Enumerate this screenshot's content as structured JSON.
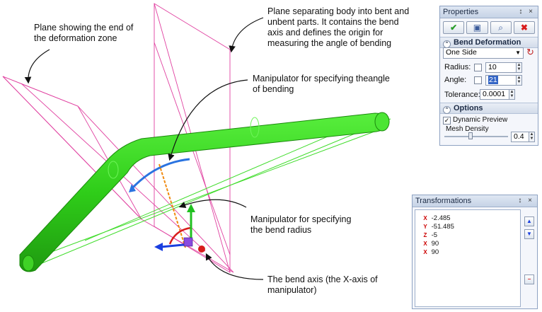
{
  "annotations": {
    "plane_end_line1": "Plane showing the end of",
    "plane_end_line2": "the deformation zone",
    "plane_sep_line1": "Plane separating body into bent and",
    "plane_sep_line2": "unbent parts. It contains the bend",
    "plane_sep_line3": "axis and defines the origin for",
    "plane_sep_line4": "measuring the angle of bending",
    "angle_line1": "Manipulator for specifying theangle",
    "angle_line2": "of bending",
    "radius_line1": "Manipulator for specifying",
    "radius_line2": "the bend radius",
    "axis_line1": "The bend axis (the X-axis of",
    "axis_line2": "manipulator)"
  },
  "properties": {
    "title": "Properties",
    "title_icons": "↕ ×",
    "section_bend": "Bend Deformation",
    "mode": "One Side",
    "radius_label": "Radius:",
    "radius_value": "10",
    "angle_label": "Angle:",
    "angle_value": "21",
    "tolerance_label": "Tolerance:",
    "tolerance_value": "0.0001",
    "section_options": "Options",
    "dynamic_preview": "Dynamic Preview",
    "mesh_density_label": "Mesh Density",
    "mesh_density_value": "0.4"
  },
  "transformations": {
    "title": "Transformations",
    "title_icons": "↕ ×",
    "rows": [
      {
        "axis": "X",
        "value": "-2.485"
      },
      {
        "axis": "Y",
        "value": "-51.485"
      },
      {
        "axis": "Z",
        "value": "-5"
      },
      {
        "axis": "X",
        "value": "90"
      },
      {
        "axis": "X",
        "value": "90"
      }
    ]
  },
  "colors": {
    "tube": "#35d21f",
    "plane": "#e040a0",
    "accent_red": "#d81b1b",
    "check_green": "#2a9d2a"
  }
}
